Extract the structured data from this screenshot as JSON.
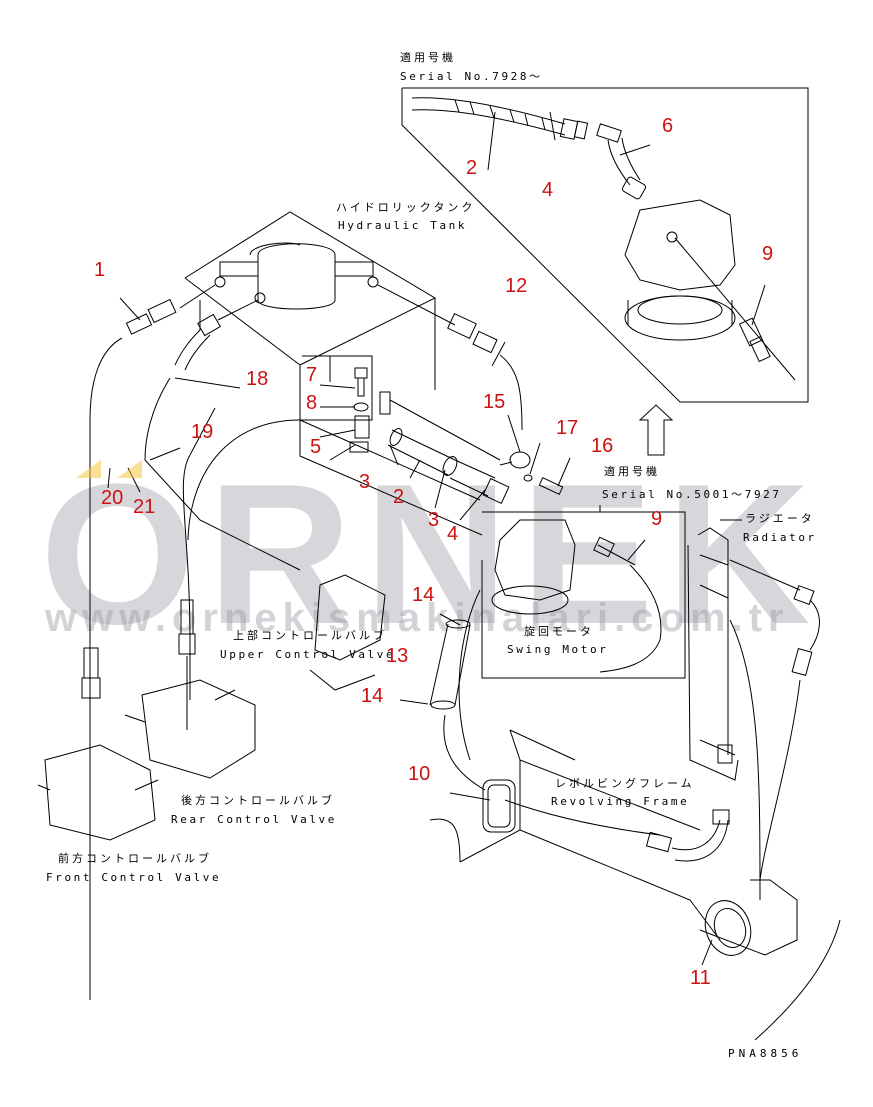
{
  "inset_top": {
    "applicable_jp": "適用号機",
    "serial": "Serial No.7928～"
  },
  "inset_mid": {
    "applicable_jp": "適用号機",
    "serial": "Serial No.5001～7927"
  },
  "components": {
    "hydraulic_tank": {
      "jp": "ハイドロリックタンク",
      "en": "Hydraulic Tank"
    },
    "radiator": {
      "jp": "ラジエータ",
      "en": "Radiator"
    },
    "upper_control_valve": {
      "jp": "上部コントロールバルブ",
      "en": "Upper Control Valve"
    },
    "swing_motor": {
      "jp": "旋回モータ",
      "en": "Swing Motor"
    },
    "revolving_frame": {
      "jp": "レボルビングフレーム",
      "en": "Revolving Frame"
    },
    "rear_control_valve": {
      "jp": "後方コントロールバルブ",
      "en": "Rear Control Valve"
    },
    "front_control_valve": {
      "jp": "前方コントロールバルブ",
      "en": "Front Control Valve"
    }
  },
  "callouts": {
    "c1": "1",
    "c2_top": "2",
    "c4_top": "4",
    "c6": "6",
    "c9_top": "9",
    "c12": "12",
    "c7": "7",
    "c8": "8",
    "c15": "15",
    "c18": "18",
    "c19": "19",
    "c5": "5",
    "c17": "17",
    "c16": "16",
    "c3a": "3",
    "c2": "2",
    "c3b": "3",
    "c4": "4",
    "c20": "20",
    "c21": "21",
    "c9_mid": "9",
    "c14a": "14",
    "c13": "13",
    "c14b": "14",
    "c10": "10",
    "c11": "11"
  },
  "drawing_code": "PNA8856",
  "watermark": {
    "brand": "ORNEK",
    "url": "www.ornekismakinalari.com.tr",
    "accent_color": "#f5c542"
  }
}
